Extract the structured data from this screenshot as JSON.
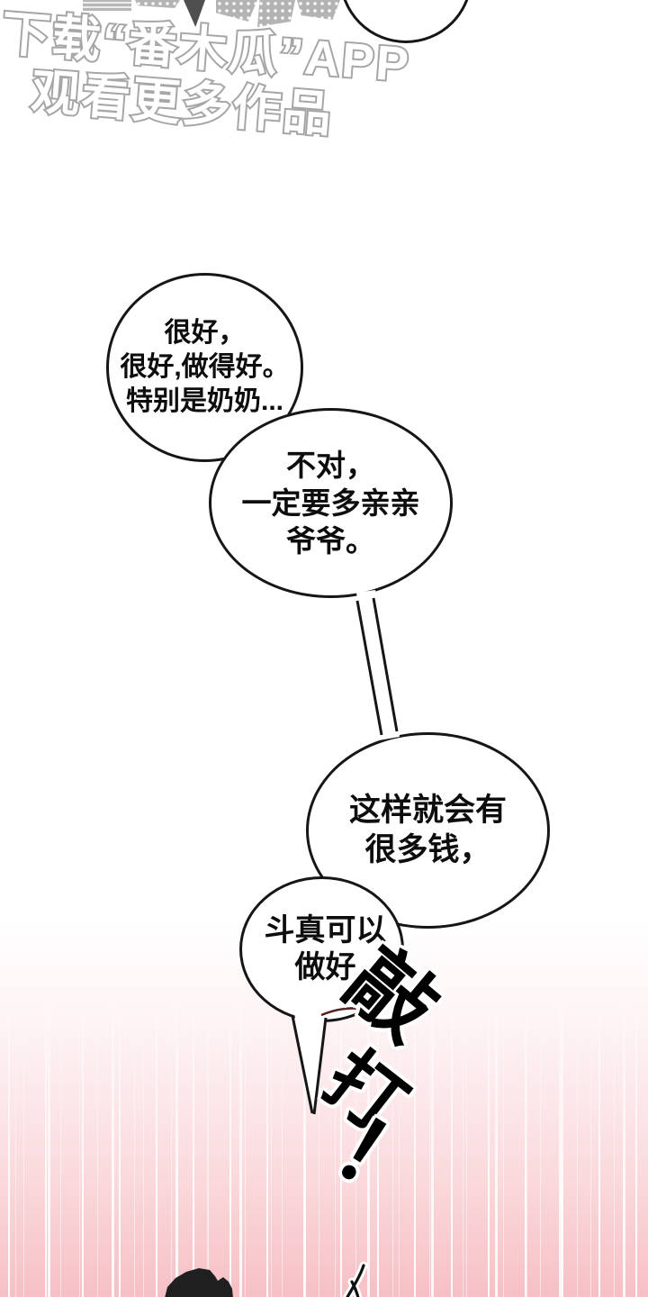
{
  "watermark": {
    "line1": "下载“番木瓜”APP",
    "line2": "观看更多作品"
  },
  "speech_bubbles": [
    {
      "lines": [
        "很好，",
        "很好,做得好。",
        "特别是奶奶..."
      ]
    },
    {
      "lines": [
        "不对，",
        "一定要多亲亲",
        "爷爷。"
      ]
    },
    {
      "lines": [
        "这样就会有",
        "很多钱，"
      ]
    },
    {
      "lines": [
        "斗真可以",
        "做好"
      ]
    }
  ],
  "sfx": {
    "characters": [
      "敲",
      "打",
      "！"
    ]
  },
  "colors": {
    "background": "#ffffff",
    "ink": "#161616",
    "watermark_gray": "#a6a6a6",
    "impact_pink": "#f6c0c5",
    "blob_black": "#202020",
    "stray_stroke_red": "#5a1d1d"
  }
}
